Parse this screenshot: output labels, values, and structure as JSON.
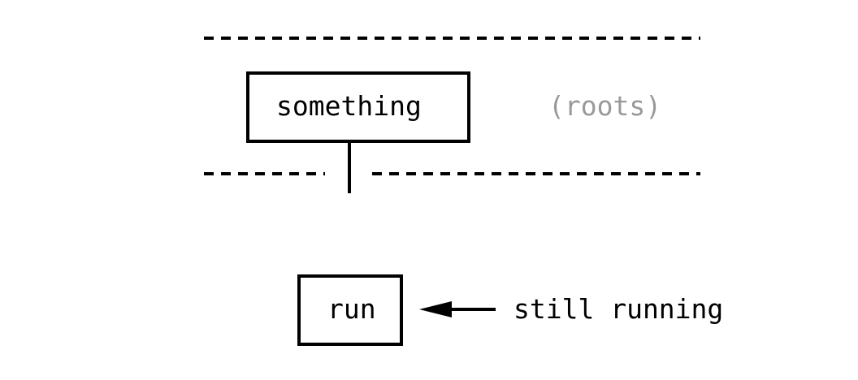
{
  "diagram": {
    "nodes": {
      "something": {
        "label": "something"
      },
      "run": {
        "label": "run"
      }
    },
    "annotations": {
      "roots": "(roots)",
      "still_running": "still running"
    },
    "colors": {
      "ink": "#000000",
      "muted": "#999999",
      "background": "#ffffff"
    }
  }
}
